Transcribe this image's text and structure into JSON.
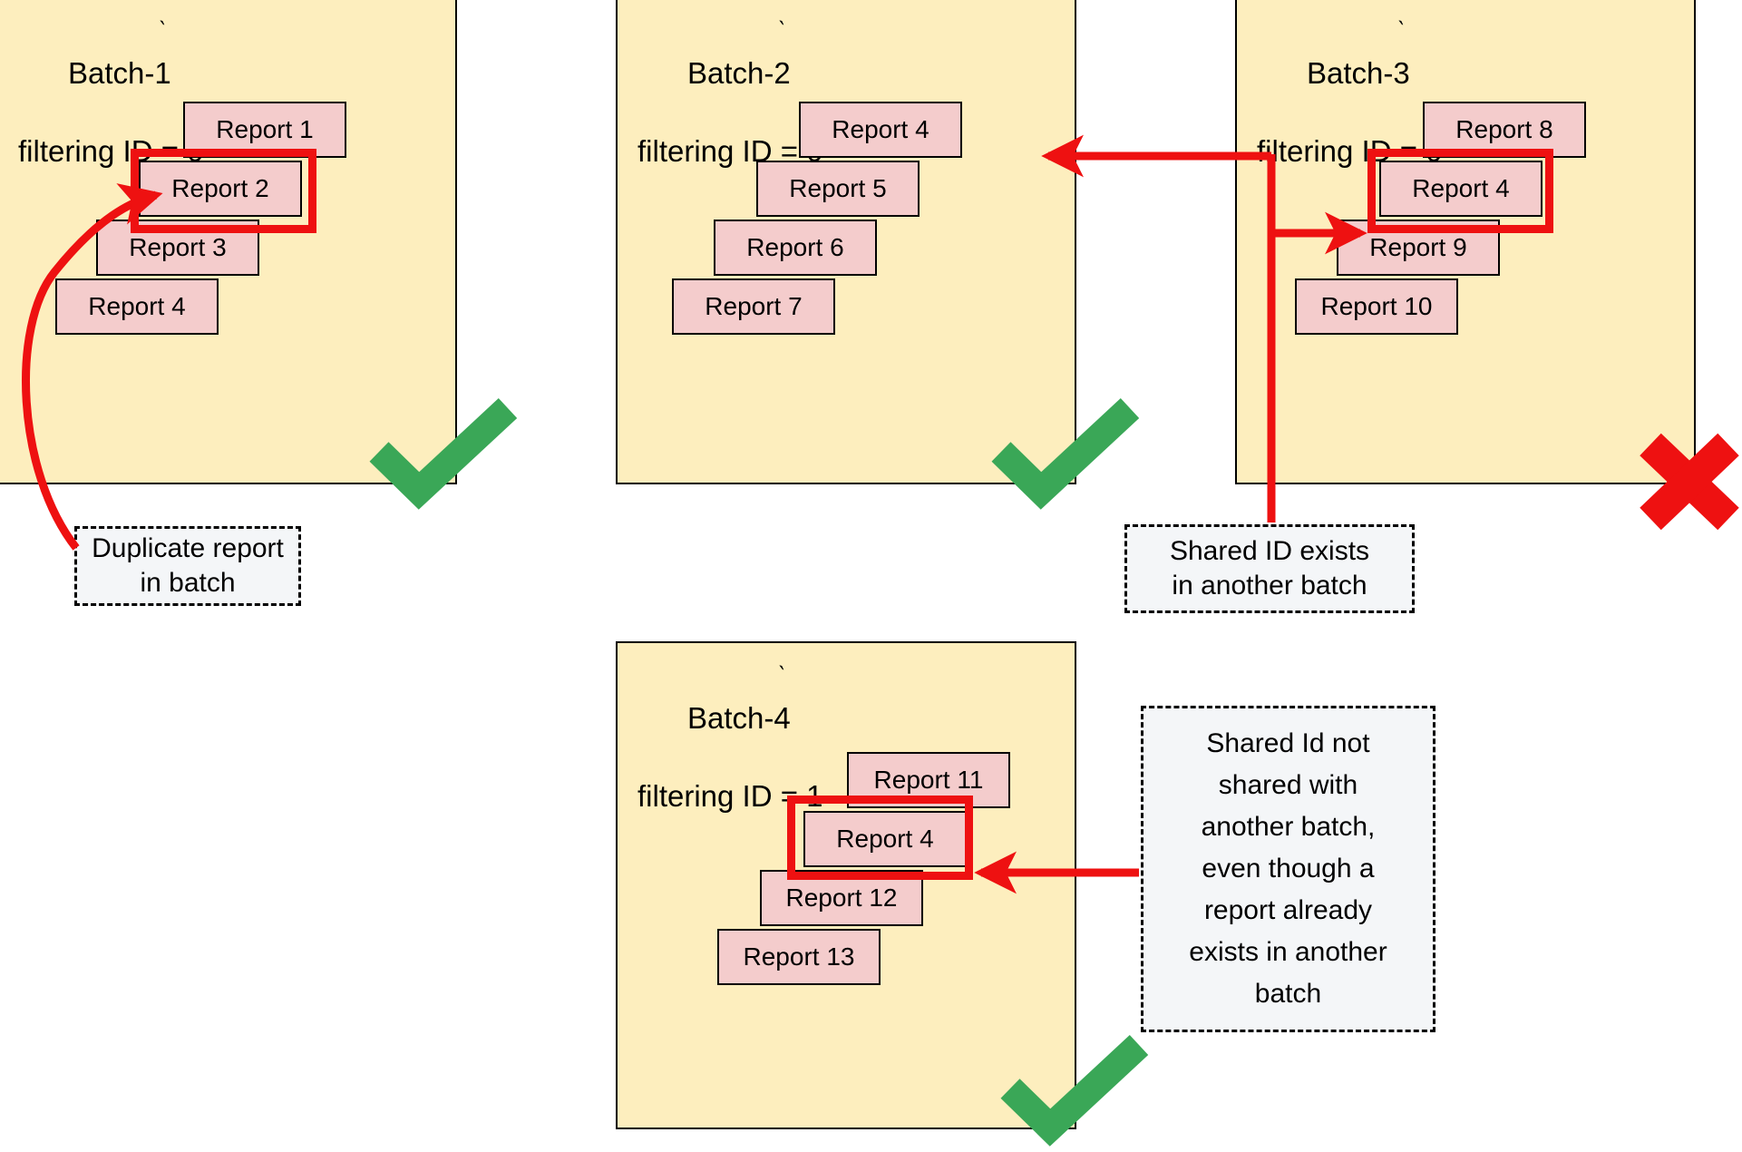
{
  "diagram": {
    "title_semantic": "batch-filtering-id-duplicate-report-diagram",
    "colors": {
      "panel_fill": "#fdeebe",
      "panel_border": "#000000",
      "report_fill": "#f4cccc",
      "report_border": "#000000",
      "highlight_red": "#ee1111",
      "check_green": "#3aa757",
      "cross_red": "#ee1111",
      "callout_fill": "#f4f6f8",
      "callout_border": "#000000",
      "text": "#000000"
    }
  },
  "batches": [
    {
      "id": "batch-1",
      "name": "Batch-1",
      "filter_label": "filtering ID = 0",
      "status": "valid",
      "status_glyph": "check",
      "reports": [
        {
          "label": "Report 1",
          "highlighted": false
        },
        {
          "label": "Report 2",
          "highlighted": true
        },
        {
          "label": "Report 3",
          "highlighted": false
        },
        {
          "label": "Report 4",
          "highlighted": false
        }
      ]
    },
    {
      "id": "batch-2",
      "name": "Batch-2",
      "filter_label": "filtering ID = 0",
      "status": "valid",
      "status_glyph": "check",
      "reports": [
        {
          "label": "Report 4",
          "highlighted": false
        },
        {
          "label": "Report 5",
          "highlighted": false
        },
        {
          "label": "Report 6",
          "highlighted": false
        },
        {
          "label": "Report 7",
          "highlighted": false
        }
      ]
    },
    {
      "id": "batch-3",
      "name": "Batch-3",
      "filter_label": "filtering ID = 0",
      "status": "invalid",
      "status_glyph": "cross",
      "reports": [
        {
          "label": "Report 8",
          "highlighted": false
        },
        {
          "label": "Report 4",
          "highlighted": true
        },
        {
          "label": "Report 9",
          "highlighted": false
        },
        {
          "label": "Report 10",
          "highlighted": false
        }
      ]
    },
    {
      "id": "batch-4",
      "name": "Batch-4",
      "filter_label": "filtering ID = 1",
      "status": "valid",
      "status_glyph": "check",
      "reports": [
        {
          "label": "Report 11",
          "highlighted": false
        },
        {
          "label": "Report 4",
          "highlighted": true
        },
        {
          "label": "Report 12",
          "highlighted": false
        },
        {
          "label": "Report 13",
          "highlighted": false
        }
      ]
    }
  ],
  "callouts": [
    {
      "id": "callout-duplicate",
      "line1": "Duplicate report",
      "line2": "in batch",
      "full_text": "Duplicate report in batch"
    },
    {
      "id": "callout-shared-id-exists",
      "line1": "Shared ID exists",
      "line2": "in another batch",
      "full_text": "Shared ID exists in another batch"
    },
    {
      "id": "callout-shared-id-not-shared",
      "line1": "Shared Id not",
      "line2": "shared with",
      "line3": "another batch,",
      "line4": "even though a",
      "line5": "report already",
      "line6": "exists in another",
      "line7": "batch",
      "full_text": "Shared Id not shared with another batch, even though a report already exists in another batch"
    }
  ]
}
